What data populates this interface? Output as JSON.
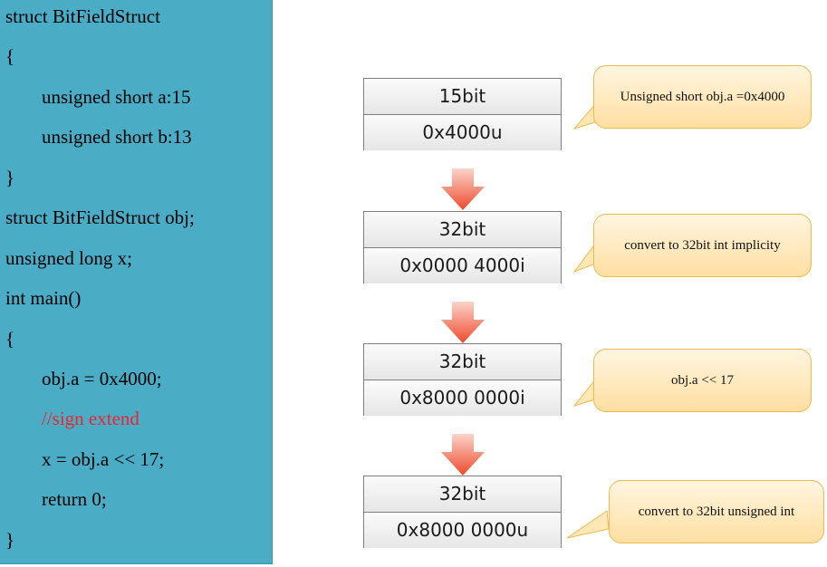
{
  "code": {
    "lines": [
      "struct BitFieldStruct",
      "{",
      "unsigned short a:15",
      "unsigned short b:13",
      "}",
      "struct BitFieldStruct obj;",
      "unsigned long x;",
      "int main()",
      "{",
      "obj.a = 0x4000;",
      "//sign extend",
      "x = obj.a << 17;",
      "return 0;",
      "}"
    ],
    "comment_color": "#e8262d",
    "panel_color": "#4bacc6"
  },
  "steps": [
    {
      "width": "15bit",
      "value": "0x4000u",
      "note": "Unsigned short obj.a =0x4000"
    },
    {
      "width": "32bit",
      "value": "0x0000 4000i",
      "note": "convert to 32bit int implicity"
    },
    {
      "width": "32bit",
      "value": "0x8000 0000i",
      "note": "obj.a << 17"
    },
    {
      "width": "32bit",
      "value": "0x8000 0000u",
      "note": "convert to 32bit unsigned int"
    }
  ],
  "colors": {
    "arrow": "#f36a4e",
    "callout_fill": "#ffe4b0",
    "callout_border": "#f0b94e"
  }
}
